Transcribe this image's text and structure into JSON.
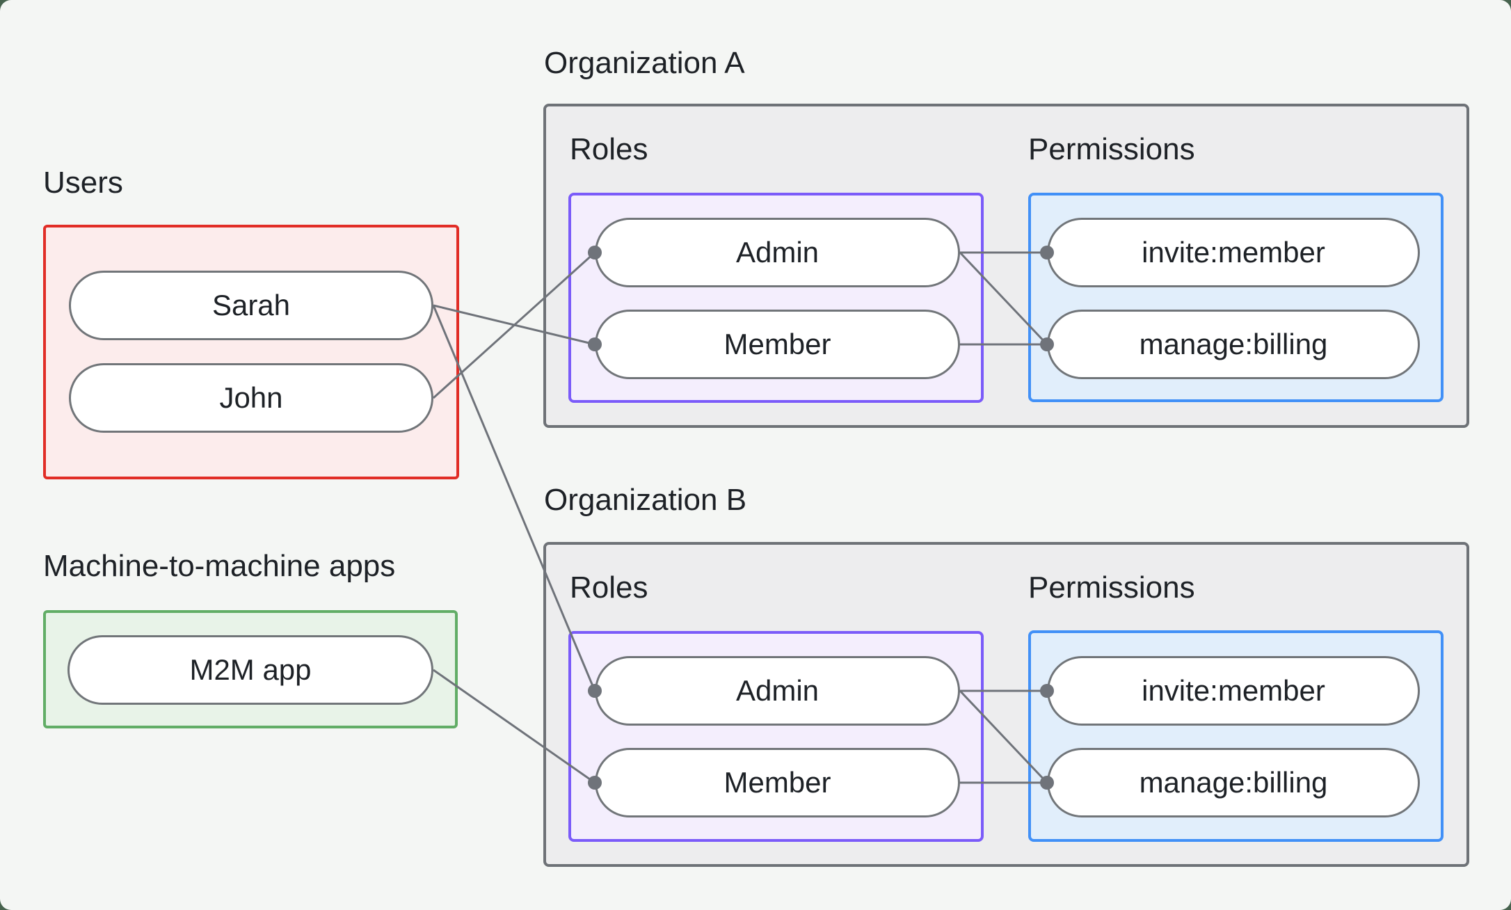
{
  "users": {
    "label": "Users",
    "items": [
      {
        "name": "Sarah"
      },
      {
        "name": "John"
      }
    ]
  },
  "m2m": {
    "label": "Machine-to-machine apps",
    "items": [
      {
        "name": "M2M app"
      }
    ]
  },
  "org_a": {
    "label": "Organization A",
    "roles_label": "Roles",
    "permissions_label": "Permissions",
    "roles": [
      {
        "name": "Admin"
      },
      {
        "name": "Member"
      }
    ],
    "permissions": [
      {
        "name": "invite:member"
      },
      {
        "name": "manage:billing"
      }
    ]
  },
  "org_b": {
    "label": "Organization B",
    "roles_label": "Roles",
    "permissions_label": "Permissions",
    "roles": [
      {
        "name": "Admin"
      },
      {
        "name": "Member"
      }
    ],
    "permissions": [
      {
        "name": "invite:member"
      },
      {
        "name": "manage:billing"
      }
    ]
  },
  "edges": [
    {
      "from": "sarah",
      "to": "org-a-member"
    },
    {
      "from": "john",
      "to": "org-a-admin"
    },
    {
      "from": "sarah",
      "to": "org-b-admin"
    },
    {
      "from": "m2m-app",
      "to": "org-b-member"
    },
    {
      "from": "org-a-admin",
      "to": "org-a-invite-member"
    },
    {
      "from": "org-a-admin",
      "to": "org-a-manage-billing"
    },
    {
      "from": "org-a-member",
      "to": "org-a-manage-billing"
    },
    {
      "from": "org-b-admin",
      "to": "org-b-invite-member"
    },
    {
      "from": "org-b-admin",
      "to": "org-b-manage-billing"
    },
    {
      "from": "org-b-member",
      "to": "org-b-manage-billing"
    }
  ],
  "colors": {
    "canvas_bg": "#f4f6f4",
    "users_border": "#e12d26",
    "users_fill": "#fcecec",
    "m2m_border": "#61ad66",
    "m2m_fill": "#e8f3e8",
    "org_border": "#6e7277",
    "org_fill": "#ededee",
    "roles_border": "#7b5bf9",
    "roles_fill": "#f4eefd",
    "permissions_border": "#4190f7",
    "permissions_fill": "#e1eefb",
    "wire": "#6f737a",
    "text": "#1d2126"
  }
}
